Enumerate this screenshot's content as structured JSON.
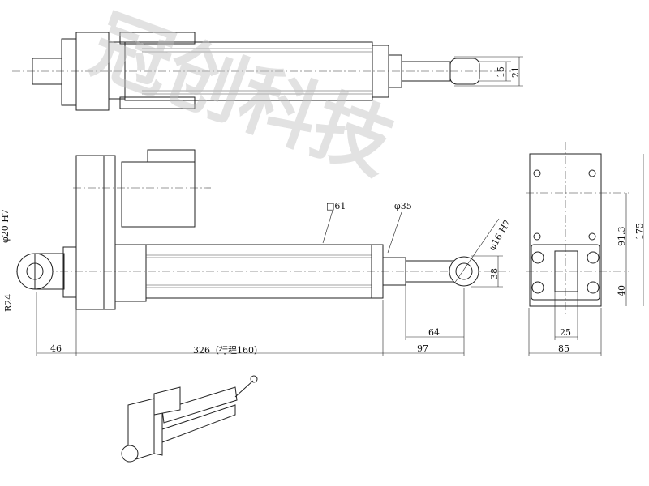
{
  "watermark": "冠创科技",
  "dimensions": {
    "rear_clevis_bore": "φ20 H7",
    "rear_clevis_radius": "R24",
    "housing_square": "□61",
    "rod_diameter": "φ35",
    "rod_end_bore": "φ16 H7",
    "rod_end_height": "38",
    "rear_offset": "46",
    "body_length": "326（行程160）",
    "rod_extension": "97",
    "rod_end_length": "64",
    "top_rod_width_inner": "15",
    "top_rod_width_outer": "21",
    "end_height_total": "175",
    "end_center_distance": "91.3",
    "end_clevis_offset": "40",
    "end_slot_width": "25",
    "end_width": "85"
  }
}
